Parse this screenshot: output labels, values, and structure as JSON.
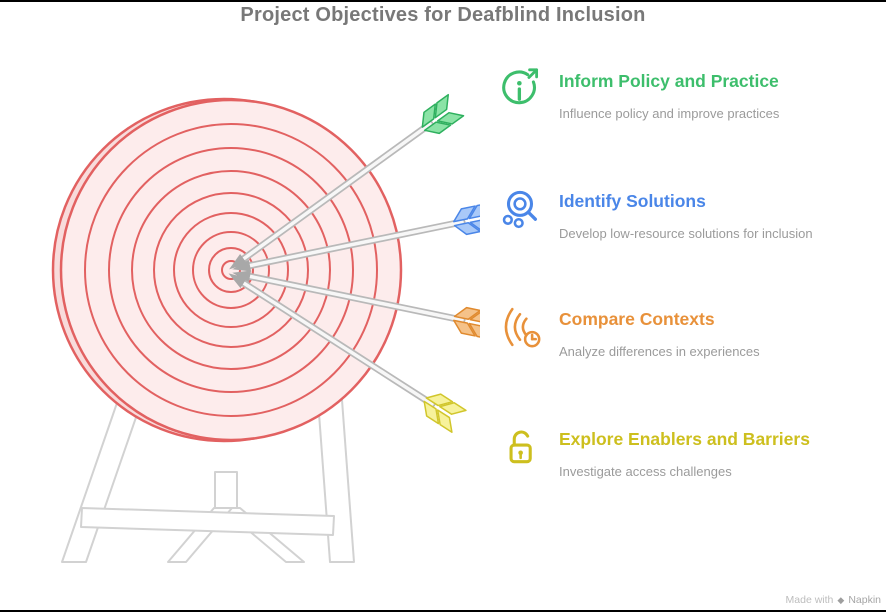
{
  "title": "Project Objectives for Deafblind Inclusion",
  "objectives": [
    {
      "icon": "info-arrow-icon",
      "title": "Inform Policy and Practice",
      "subtitle": "Influence policy and improve practices",
      "color": "#3DBE6C"
    },
    {
      "icon": "search-icon",
      "title": "Identify Solutions",
      "subtitle": "Develop low-resource solutions for inclusion",
      "color": "#4A86E8"
    },
    {
      "icon": "waves-clock-icon",
      "title": "Compare Contexts",
      "subtitle": "Analyze differences in experiences",
      "color": "#E8913A"
    },
    {
      "icon": "open-lock-icon",
      "title": "Explore Enablers and Barriers",
      "subtitle": "Investigate access challenges",
      "color": "#CDBF1E"
    }
  ],
  "illustration": {
    "name": "dartboard-target-with-four-arrows-on-easel",
    "target_fill": "#FDECEC",
    "target_stroke": "#E26161",
    "arrow_fletch_colors": [
      "#3DBE6C",
      "#4A86E8",
      "#E8913A",
      "#D1C62B"
    ]
  },
  "watermark": {
    "text": "Made with",
    "brand": "Napkin"
  }
}
